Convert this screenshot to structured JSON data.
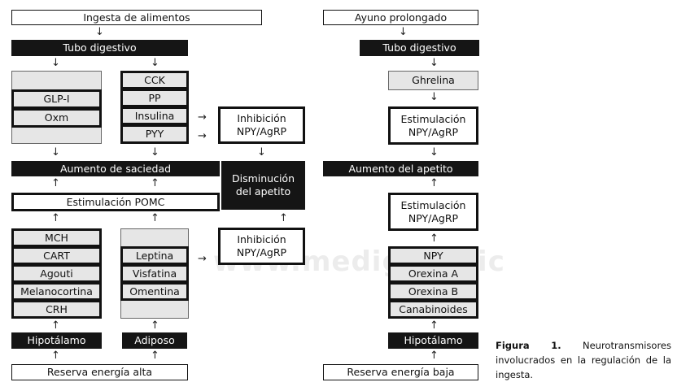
{
  "watermark": "www.medigraphic",
  "left": {
    "top": "Ingesta de alimentos",
    "tubo": "Tubo digestivo",
    "groupA": [
      "GLP-I",
      "Oxm"
    ],
    "groupB": [
      "CCK",
      "PP",
      "Insulina",
      "PYY"
    ],
    "inhib1": "Inhibición NPY/AgRP",
    "saciedad": "Aumento de saciedad",
    "disminucion": "Disminución del apetito",
    "pomc": "Estimulación POMC",
    "hypo_list": [
      "MCH",
      "CART",
      "Agouti",
      "Melanocortina",
      "CRH"
    ],
    "adipo_list": [
      "Leptina",
      "Visfatina",
      "Omentina"
    ],
    "inhib2": "Inhibición NPY/AgRP",
    "hipotalamo": "Hipotálamo",
    "adiposo": "Adiposo",
    "reserva": "Reserva energía alta"
  },
  "right": {
    "top": "Ayuno prolongado",
    "tubo": "Tubo digestivo",
    "ghrelina": "Ghrelina",
    "estim1": "Estimulación NPY/AgRP",
    "apetito": "Aumento del apetito",
    "estim2": "Estimulación NPY/AgRP",
    "list": [
      "NPY",
      "Orexina A",
      "Orexina B",
      "Canabinoides"
    ],
    "hipotalamo": "Hipotálamo",
    "reserva": "Reserva energía baja"
  },
  "caption": {
    "label": "Figura 1.",
    "text": "Neurotransmisores involucrados en la regulación de la ingesta."
  }
}
